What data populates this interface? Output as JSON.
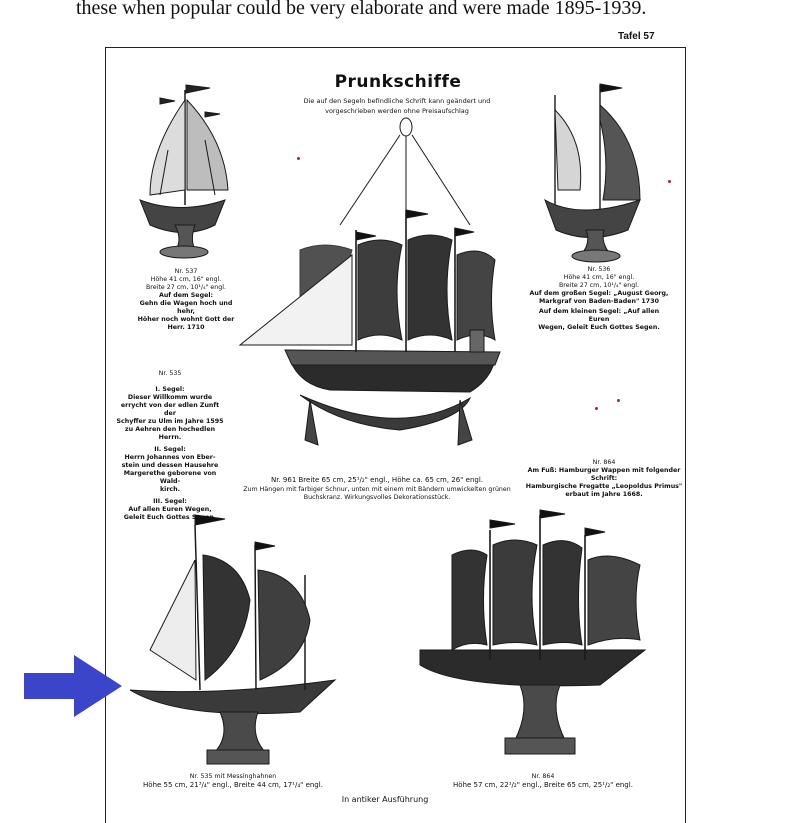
{
  "page": {
    "top_caption": "these when popular could be very elaborate and were made 1895-1939.",
    "plate_label": "Tafel 57",
    "title": "Prunkschiffe",
    "subtitle_line1": "Die auf den Segeln befindliche Schrift kann geändert und",
    "subtitle_line2": "vorgeschrieben werden ohne Preisaufschlag"
  },
  "items": {
    "n537": {
      "number": "Nr. 537",
      "height": "Höhe 41 cm, 16\" engl.",
      "width": "Breite 27 cm, 10¹/₄\" engl.",
      "sail_heading": "Auf dem Segel:",
      "sail_text1": "Gehn die Wagen hoch und hehr,",
      "sail_text2": "Höher noch wohnt Gott der Herr. 1710"
    },
    "n536": {
      "number": "Nr. 536",
      "height": "Höhe 41 cm, 16\" engl.",
      "width": "Breite 27 cm, 10¹/₄\" engl.",
      "big_sail1": "Auf dem großen Segel: „August Georg,",
      "big_sail2": "Markgraf von Baden-Baden\" 1730",
      "small_sail1": "Auf dem kleinen Segel: „Auf allen Euren",
      "small_sail2": "Wegen, Geleit Euch Gottes Segen."
    },
    "n535": {
      "number": "Nr. 535",
      "sail1_heading": "I. Segel:",
      "sail1_lines": [
        "Dieser Willkomm wurde",
        "errycht von der edlen Zunft der",
        "Schyffer zu Ulm im Jahre 1595",
        "zu Aehren den hochedlen Herrn."
      ],
      "sail2_heading": "II. Segel:",
      "sail2_lines": [
        "Herrn Johannes von Eber-",
        "stein und dessen Hausehre",
        "Margerethe geborene von Wald-",
        "kirch."
      ],
      "sail3_heading": "III. Segel:",
      "sail3_lines": [
        "Auf allen Euren Wegen,",
        "Geleit Euch Gottes Segen."
      ]
    },
    "n961": {
      "line1": "Nr. 961 Breite 65 cm, 25¹/₂\" engl., Höhe ca. 65 cm, 26\" engl.",
      "line2": "Zum Hängen mit farbiger Schnur, unten mit einem mit Bändern umwickelten grünen",
      "line3": "Buchskranz. Wirkungsvolles Dekorationsstück."
    },
    "n864_top": {
      "number": "Nr. 864",
      "line1": "Am Fuß: Hamburger Wappen mit folgender",
      "line2": "Schrift:",
      "line3": "Hamburgische Fregatte „Leopoldus Primus\"",
      "line4": "erbaut im Jahre 1668."
    },
    "n535_brass": {
      "number": "Nr. 535 mit Messinghahnen",
      "dims": "Höhe 55 cm, 21³/₄\" engl., Breite 44 cm, 17¹/₄\" engl."
    },
    "n864_bottom": {
      "number": "Nr. 864",
      "dims": "Höhe 57 cm, 22¹/₂\" engl., Breite 65 cm, 25¹/₂\" engl."
    },
    "footer": "In antiker Ausführung"
  },
  "colors": {
    "arrow": "#3a45c9",
    "ink": "#1a1a1a",
    "marker": "#c0201e"
  },
  "icons": {
    "arrow": "right-arrow-icon"
  }
}
